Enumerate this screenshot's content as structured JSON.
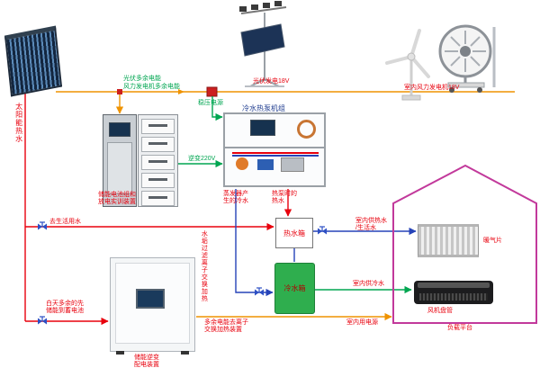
{
  "colors": {
    "power_bus": "#ef9300",
    "regulated_power": "#00a651",
    "hot_water": "#e8000d",
    "cold_water": "#2643b8",
    "house_outline": "#c2399b",
    "label_red": "#e8000d",
    "label_green": "#00a651",
    "label_navy": "#1f3c8f",
    "valve_blue": "#2d4fc4",
    "cold_tank_green": "#2fae4e"
  },
  "labels": {
    "solar_hot_water": "太阳能热水",
    "pv_surplus": "光伏多余电能",
    "wind_surplus": "风力发电机多余电能",
    "pv_gen": "光伏发电18V",
    "wind_gen": "室内风力发电机18V",
    "regulator": "稳压电源",
    "heat_pump": "冷水热泵机组",
    "inverter_220": "逆变220V",
    "battery_cabinet": "储能电池组和\n放电实训装置",
    "evap_cold": "蒸发器产\n生的冷水",
    "hp_hot": "热泵时的\n热水",
    "hot_tank": "热水箱",
    "cold_tank": "冷水箱",
    "to_domestic": "去生活用水",
    "filter_heat": "水垢过滤离子交换加热",
    "day_surplus": "白天多余的先\n储能到蓄电池",
    "inverter_cabinet": "储能逆变\n配电装置",
    "surplus_heat": "多余电能去离子\n交换加热装置",
    "indoor_power": "室内用电源",
    "indoor_hot": "室内供热水\n/生活水",
    "indoor_cold": "室内供冷水",
    "radiator": "暖气片",
    "fan_coil": "风机盘管",
    "load_platform": "负载平台"
  }
}
